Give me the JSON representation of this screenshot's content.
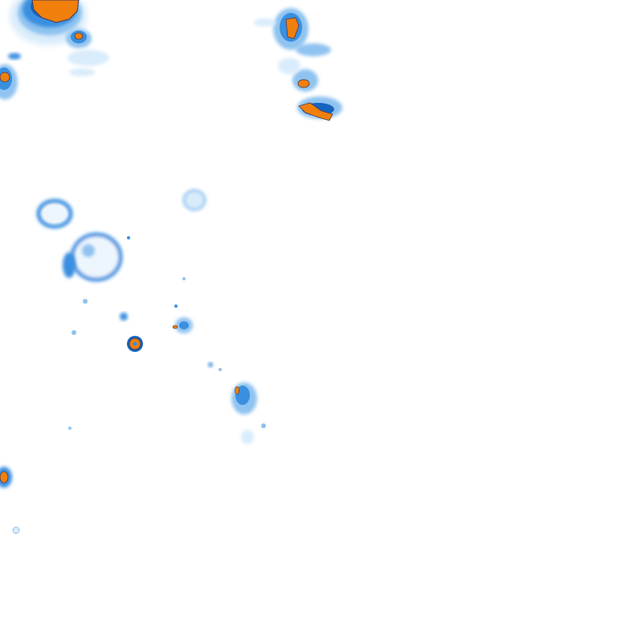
{
  "map": {
    "type": "precipitation-radar-tile",
    "background": "#ffffff",
    "palette": {
      "faint": "#d9ecfb",
      "light": "#8fc3f0",
      "medium": "#3a8fe0",
      "heavy": "#1565c0",
      "intense": "#f07f0c",
      "intense_edge": "#4a3a55"
    },
    "legend": "none",
    "labels": "none"
  }
}
